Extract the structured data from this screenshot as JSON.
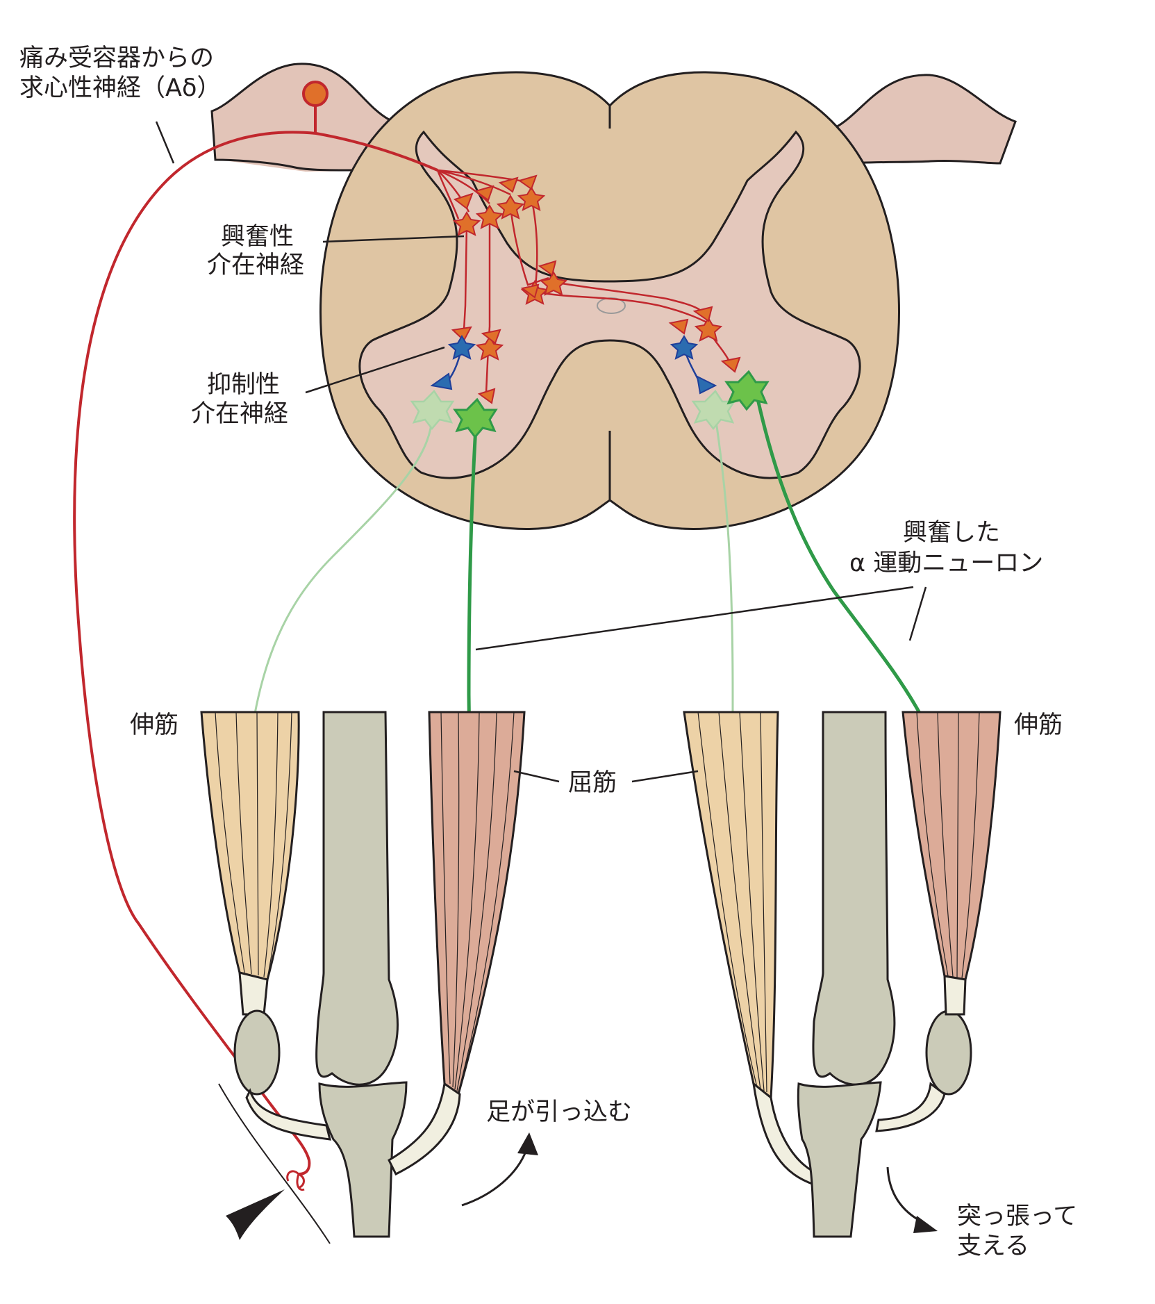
{
  "labels": {
    "afferent_line1": "痛み受容器からの",
    "afferent_line2": "求心性神経（Aδ）",
    "excitatory_line1": "興奮性",
    "excitatory_line2": "介在神経",
    "inhibitory_line1": "抑制性",
    "inhibitory_line2": "介在神経",
    "alpha_line1": "興奮した",
    "alpha_line2": "α 運動ニューロン",
    "extensor_left": "伸筋",
    "extensor_right": "伸筋",
    "flexor": "屈筋",
    "withdraw": "足が引っ込む",
    "support_line1": "突っ張って",
    "support_line2": "支える"
  },
  "colors": {
    "white_matter": "#dfc5a3",
    "gray_matter": "#e4c8bc",
    "root": "#e2c4b8",
    "afferent": "#c1272d",
    "excitatory": "#e0702a",
    "inhibitory": "#2b6cb0",
    "motor": "#2f9a48",
    "motor_faint": "#a8d3a6",
    "extensor": "#edd2a7",
    "flexor": "#dcab98",
    "bone": "#cbcbb8",
    "tendon": "#f1efe0"
  },
  "icons": {
    "pain_stimulus": "arrowhead-icon",
    "withdraw_motion": "curved-arrow-icon",
    "support_motion": "curved-arrow-icon"
  }
}
